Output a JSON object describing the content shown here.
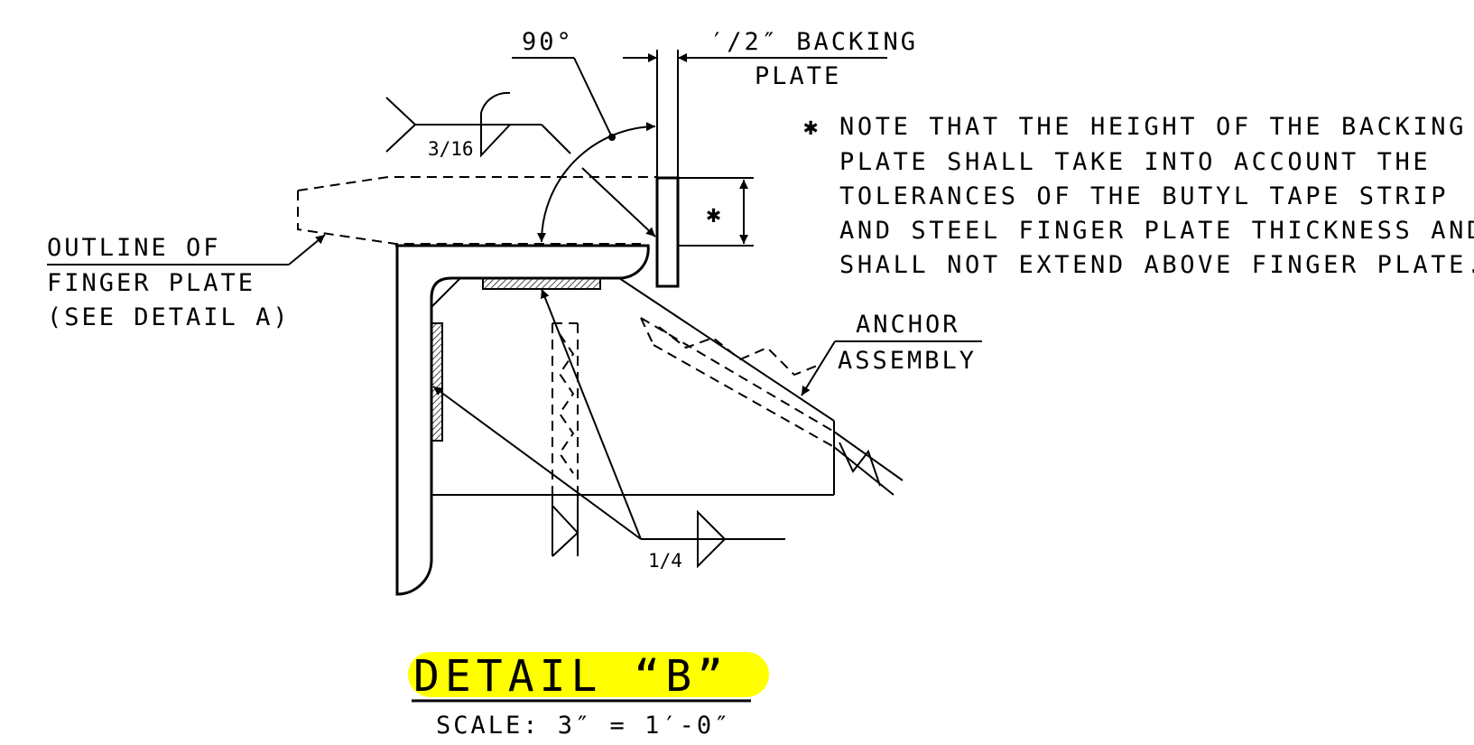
{
  "labels": {
    "angle": "90°",
    "backing_plate_line1": "′/2″ BACKING",
    "backing_plate_line2": "PLATE",
    "weld_top_size": "3/16",
    "weld_bottom_size": "1/4",
    "outline_line1": "OUTLINE OF",
    "outline_line2": "FINGER PLATE",
    "outline_line3": "(SEE DETAIL A)",
    "anchor_line1": "ANCHOR",
    "anchor_line2": "ASSEMBLY",
    "height_marker": "✱"
  },
  "note": {
    "marker": "✱",
    "lines": [
      "NOTE THAT THE HEIGHT OF THE BACKING",
      "PLATE SHALL TAKE INTO ACCOUNT THE",
      "TOLERANCES OF THE BUTYL TAPE STRIP",
      "AND STEEL FINGER PLATE THICKNESS AND",
      "SHALL NOT EXTEND ABOVE FINGER PLATE."
    ]
  },
  "title": {
    "text": "DETAIL “B”",
    "scale": "SCALE: 3″ = 1′-0″",
    "highlight_color": "#ffff00"
  }
}
